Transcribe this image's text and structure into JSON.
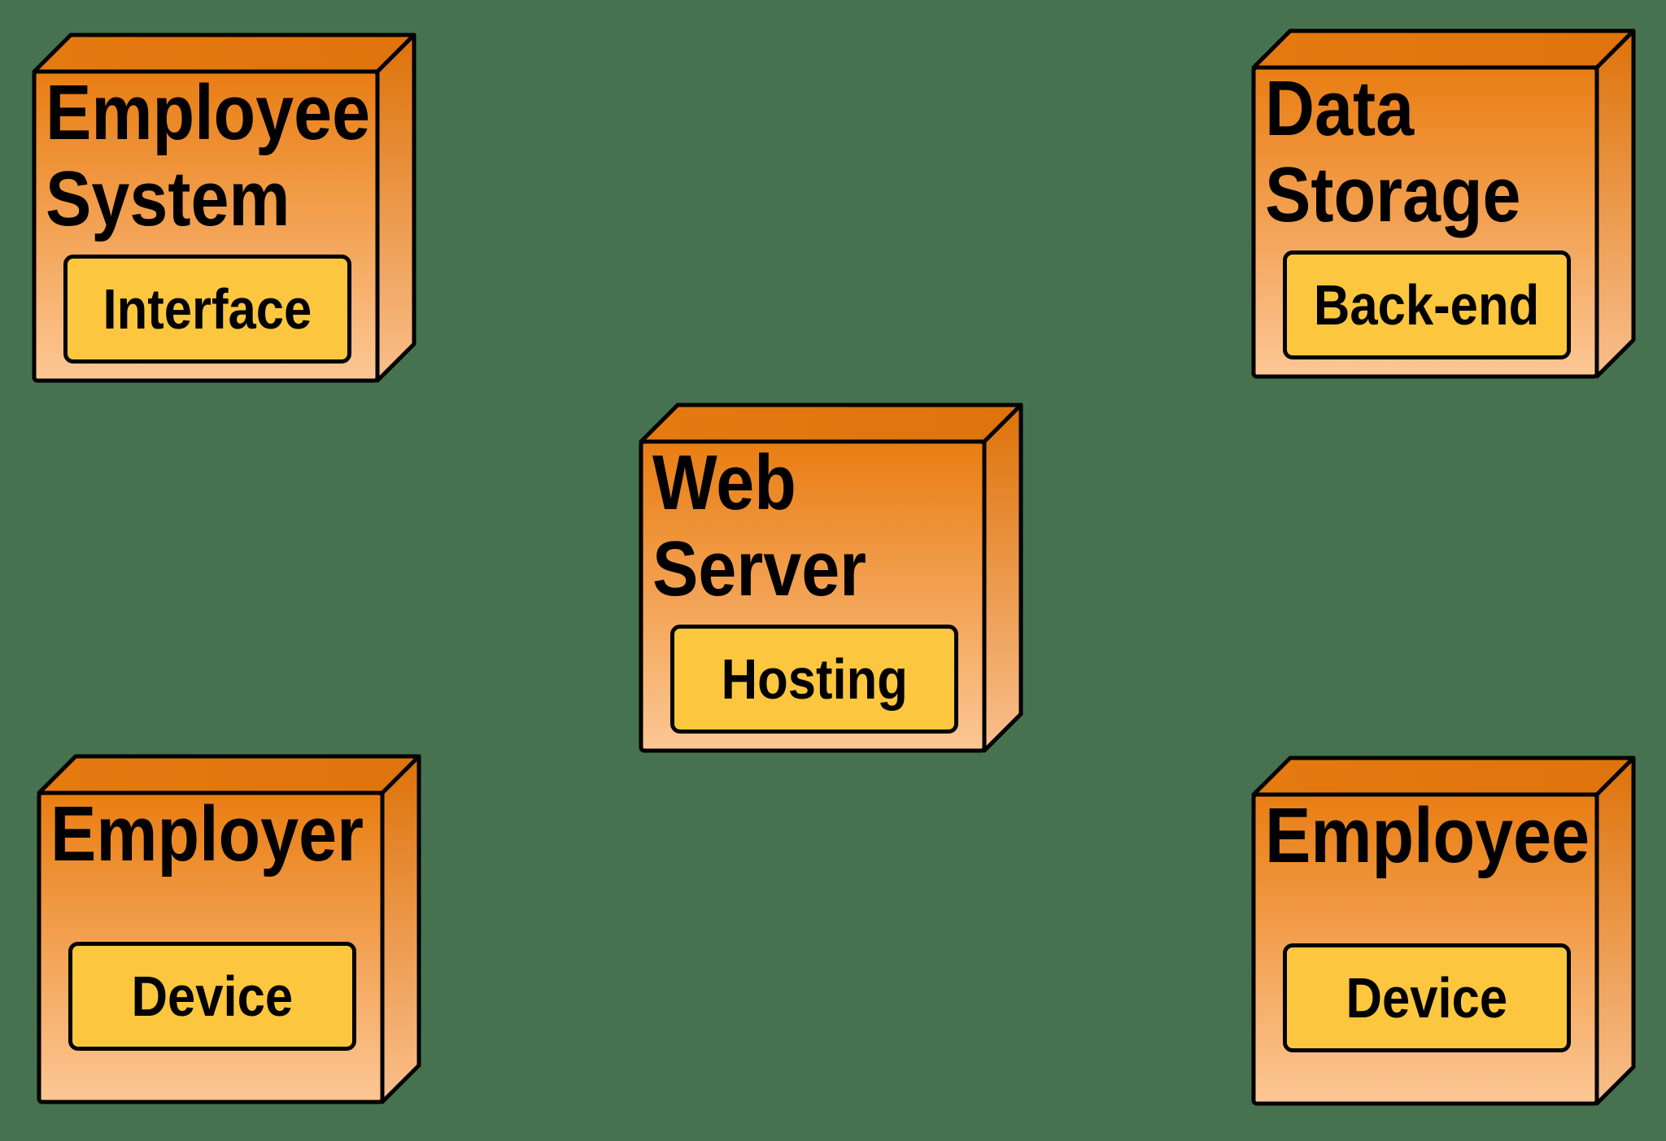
{
  "diagram": {
    "kind": "uml-deployment-diagram"
  },
  "colors": {
    "bg": "#47724F",
    "subbox": "#FCC73E",
    "outline": "#000000",
    "node-front-top": "#E97D12",
    "node-front-bottom": "#FCC795",
    "node-top-face": "#E1770E",
    "node-right-top": "#DD7209",
    "node-right-bottom": "#F9BF8C",
    "text": "#000000"
  },
  "nodes": [
    {
      "id": "employee-system",
      "title": "Employee System",
      "sublabel": "Interface"
    },
    {
      "id": "data-storage",
      "title": "Data Storage",
      "sublabel": "Back-end"
    },
    {
      "id": "web-server",
      "title": "Web Server",
      "sublabel": "Hosting"
    },
    {
      "id": "employer",
      "title": "Employer",
      "sublabel": "Device"
    },
    {
      "id": "employee",
      "title": "Employee",
      "sublabel": "Device"
    }
  ]
}
